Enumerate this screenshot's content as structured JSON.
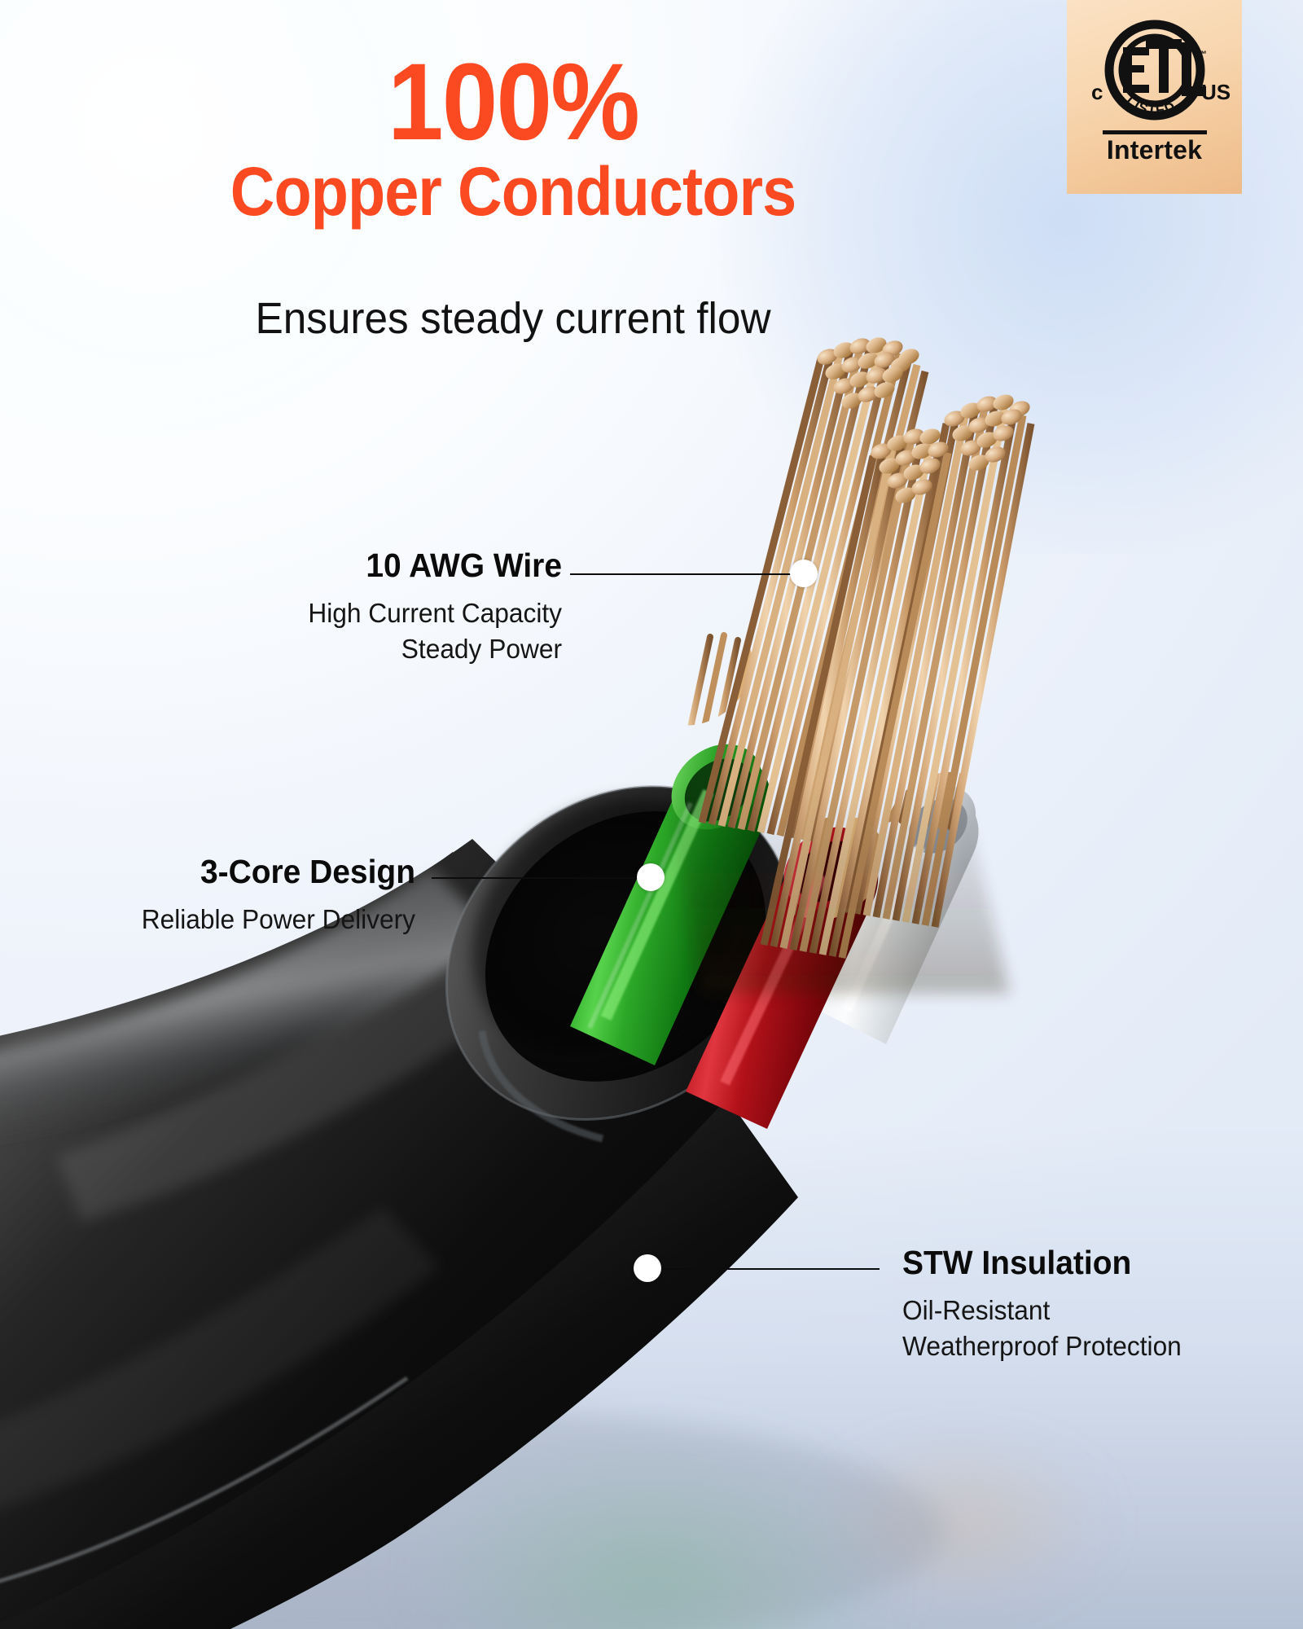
{
  "headline": {
    "percent": "100%",
    "subject": "Copper Conductors",
    "tagline": "Ensures steady current flow"
  },
  "badge": {
    "name": "etl-listed-intertek-badge",
    "mark_letters": "ETL",
    "trademark": "™",
    "left_letter": "c",
    "right_letters": "US",
    "arc_text": "LISTED",
    "company": "Intertek",
    "plate_color": "#f6d3aa",
    "ink_color": "#111111"
  },
  "callouts": [
    {
      "id": "awg",
      "title": "10 AWG Wire",
      "body_lines": [
        "High Current Capacity",
        "Steady Power"
      ]
    },
    {
      "id": "core",
      "title": "3-Core Design",
      "body_lines": [
        "Reliable Power Delivery"
      ]
    },
    {
      "id": "stw",
      "title": "STW Insulation",
      "body_lines": [
        "Oil-Resistant",
        "Weatherproof Protection"
      ]
    }
  ],
  "colors": {
    "accent_orange": "#FB4A22",
    "text_dark": "#0b0b0b",
    "background_light": "#ffffff",
    "background_blue": "#d4def0",
    "jacket_black": "#121212",
    "conductor_green": "#1f9b20",
    "conductor_red": "#b4121a",
    "conductor_white": "#e9ecee",
    "copper": "#c79a68"
  },
  "product": {
    "description": "Cut-away power cable showing three insulated copper conductors inside a black STW jacket",
    "conductor_colors": [
      "green",
      "red",
      "white"
    ],
    "conductor_count": 3
  }
}
